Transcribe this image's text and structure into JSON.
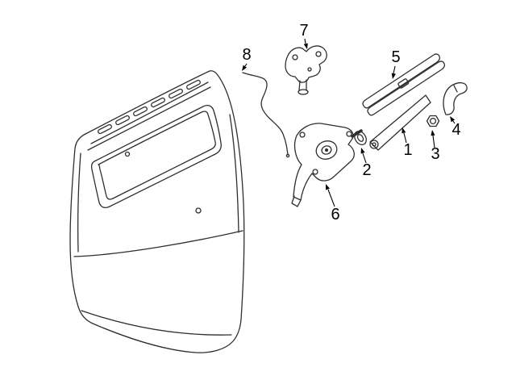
{
  "page": {
    "background_color": "#ffffff",
    "line_color": "#2e2e2e",
    "label_color": "#000000"
  },
  "diagram": {
    "type": "exploded-parts-diagram",
    "callouts": [
      {
        "label": "1"
      },
      {
        "label": "2"
      },
      {
        "label": "3"
      },
      {
        "label": "4"
      },
      {
        "label": "5"
      },
      {
        "label": "6"
      },
      {
        "label": "7"
      },
      {
        "label": "8"
      }
    ]
  }
}
